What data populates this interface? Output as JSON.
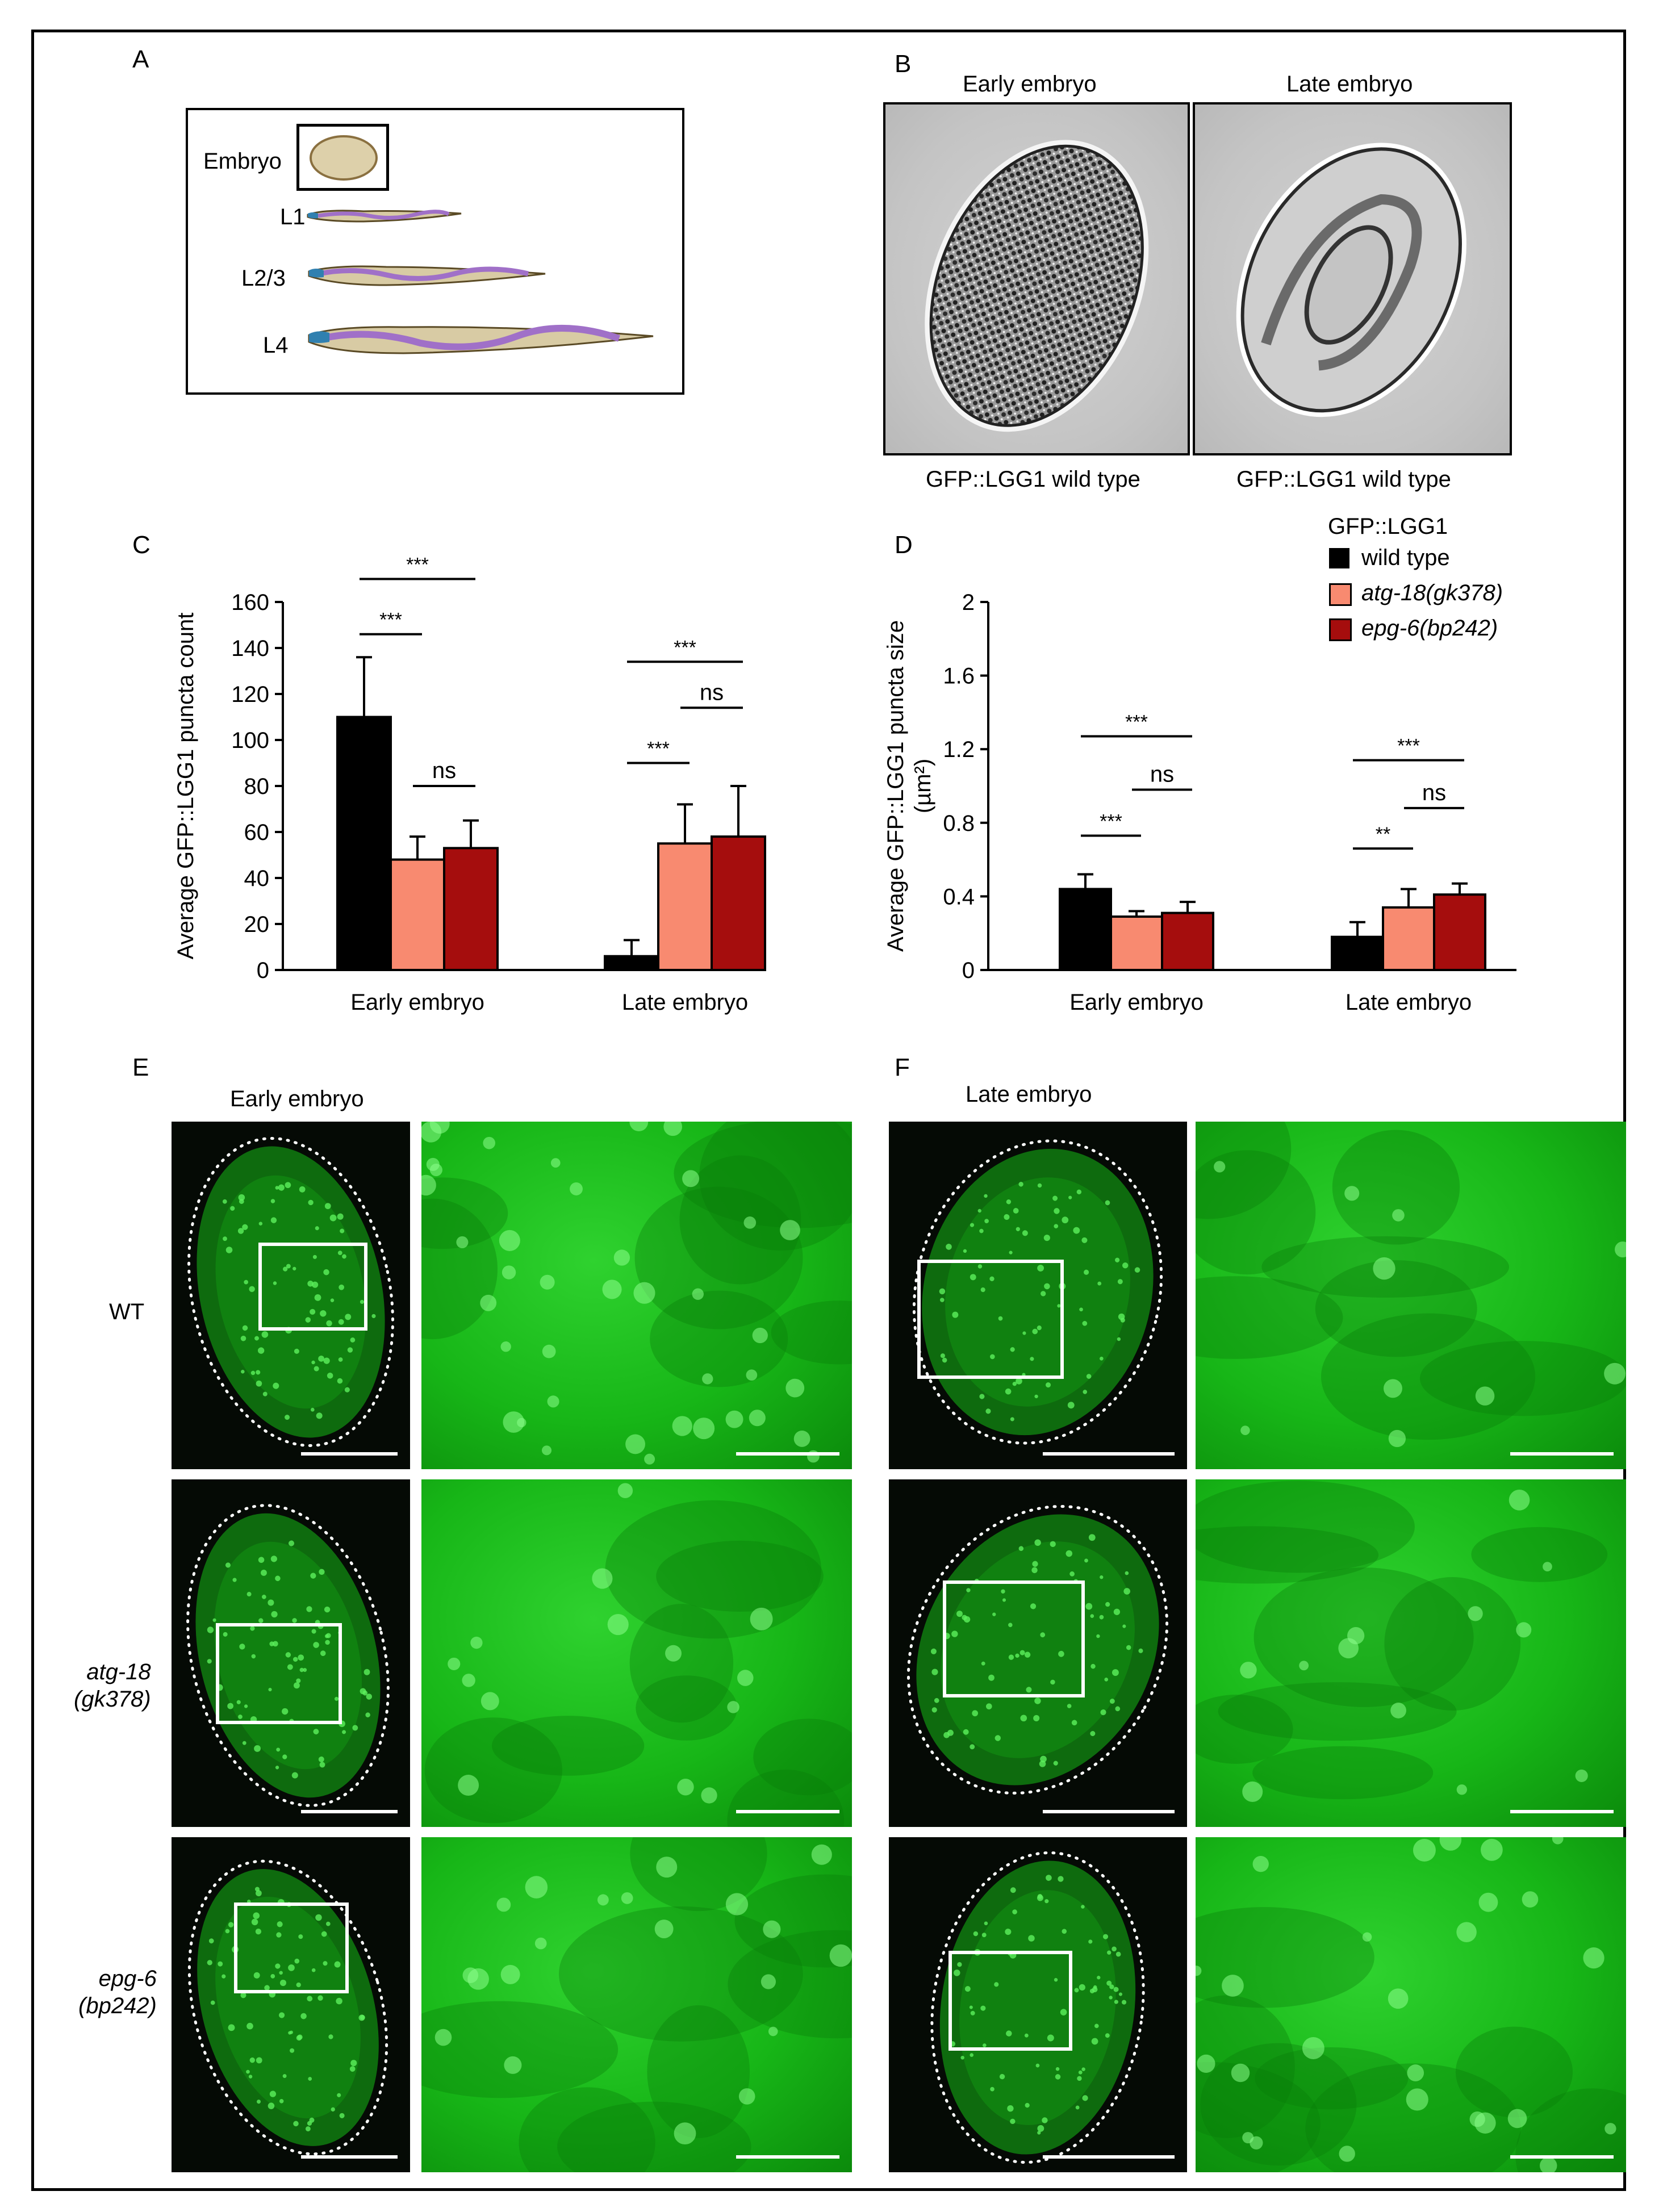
{
  "panels": {
    "A": {
      "letter": "A",
      "stages": [
        "Embryo",
        "L1",
        "L2/3",
        "L4"
      ]
    },
    "B": {
      "letter": "B",
      "titles": [
        "Early embryo",
        "Late embryo"
      ],
      "captions": [
        "GFP::LGG1 wild type",
        "GFP::LGG1 wild type"
      ]
    },
    "C": {
      "letter": "C"
    },
    "D": {
      "letter": "D"
    },
    "E": {
      "letter": "E",
      "title": "Early embryo",
      "row_labels": [
        "WT",
        "atg-18\n(gk378)",
        "epg-6\n(bp242)"
      ]
    },
    "F": {
      "letter": "F",
      "title": "Late embryo"
    }
  },
  "legend": {
    "title": "GFP::LGG1",
    "items": [
      {
        "label": "wild type",
        "color": "#000000",
        "italic": false
      },
      {
        "label": "atg-18(gk378)",
        "color": "#F88A70",
        "italic": true
      },
      {
        "label": "epg-6(bp242)",
        "color": "#A50D0D",
        "italic": true
      }
    ]
  },
  "chart_data": [
    {
      "type": "bar",
      "categories": [
        "Early embryo",
        "Late embryo"
      ],
      "ylabel": "Average GFP::LGG1 puncta count",
      "ylim": [
        0,
        160
      ],
      "yticks": [
        0,
        20,
        40,
        60,
        80,
        100,
        120,
        140,
        160
      ],
      "series": [
        {
          "name": "wild type",
          "values": [
            110,
            6
          ],
          "errors": [
            26,
            7
          ]
        },
        {
          "name": "atg-18(gk378)",
          "values": [
            48,
            55
          ],
          "errors": [
            10,
            17
          ]
        },
        {
          "name": "epg-6(bp242)",
          "values": [
            53,
            58
          ],
          "errors": [
            12,
            22
          ]
        }
      ],
      "significance": [
        {
          "cat": 0,
          "from": 0,
          "to": 1,
          "label": "***",
          "y": 146
        },
        {
          "cat": 0,
          "from": 0,
          "to": 2,
          "label": "***",
          "y": 170
        },
        {
          "cat": 0,
          "from": 1,
          "to": 2,
          "label": "ns",
          "y": 80
        },
        {
          "cat": 1,
          "from": 0,
          "to": 1,
          "label": "***",
          "y": 90
        },
        {
          "cat": 1,
          "from": 0,
          "to": 2,
          "label": "***",
          "y": 134
        },
        {
          "cat": 1,
          "from": 1,
          "to": 2,
          "label": "ns",
          "y": 114
        }
      ]
    },
    {
      "type": "bar",
      "categories": [
        "Early embryo",
        "Late embryo"
      ],
      "ylabel": "Average GFP::LGG1 puncta size (µm²)",
      "ylim": [
        0,
        2
      ],
      "yticks": [
        0,
        0.4,
        0.8,
        1.2,
        1.6,
        2
      ],
      "series": [
        {
          "name": "wild type",
          "values": [
            0.44,
            0.18
          ],
          "errors": [
            0.08,
            0.08
          ]
        },
        {
          "name": "atg-18(gk378)",
          "values": [
            0.29,
            0.34
          ],
          "errors": [
            0.03,
            0.1
          ]
        },
        {
          "name": "epg-6(bp242)",
          "values": [
            0.31,
            0.41
          ],
          "errors": [
            0.06,
            0.06
          ]
        }
      ],
      "significance": [
        {
          "cat": 0,
          "from": 0,
          "to": 1,
          "label": "***",
          "y": 0.73
        },
        {
          "cat": 0,
          "from": 0,
          "to": 2,
          "label": "***",
          "y": 1.27
        },
        {
          "cat": 0,
          "from": 1,
          "to": 2,
          "label": "ns",
          "y": 0.98
        },
        {
          "cat": 1,
          "from": 0,
          "to": 1,
          "label": "**",
          "y": 0.66
        },
        {
          "cat": 1,
          "from": 0,
          "to": 2,
          "label": "***",
          "y": 1.14
        },
        {
          "cat": 1,
          "from": 1,
          "to": 2,
          "label": "ns",
          "y": 0.88
        }
      ]
    }
  ]
}
